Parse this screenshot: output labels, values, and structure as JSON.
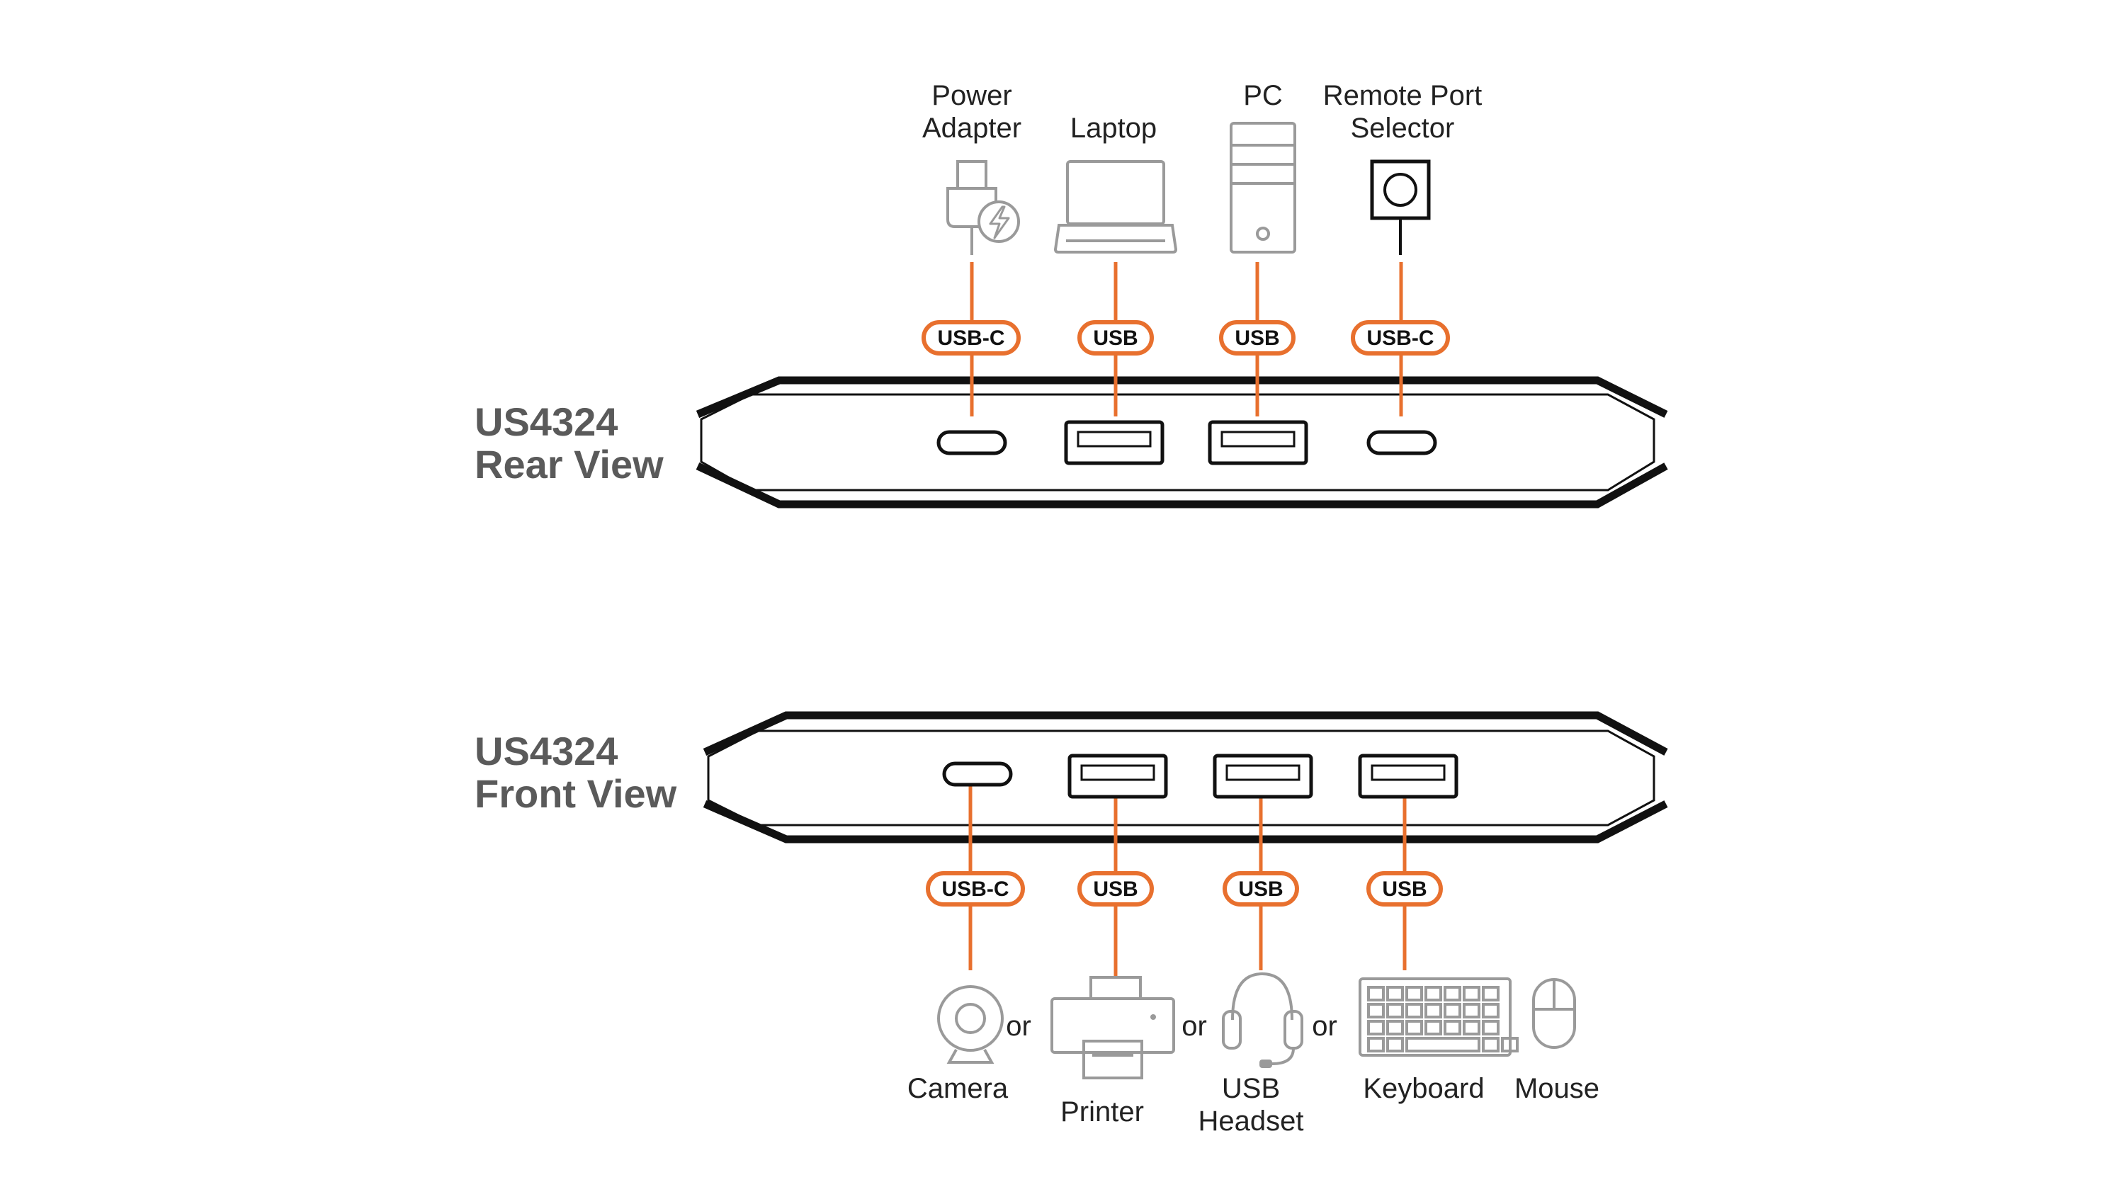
{
  "colors": {
    "accent": "#e8702e",
    "icon_gray": "#9a9a9a",
    "title_gray": "#5a5a5a",
    "outline": "#111111"
  },
  "rear": {
    "model": "US4324",
    "view": "Rear View",
    "devices": [
      {
        "label_lines": [
          "Power",
          "Adapter"
        ],
        "icon": "power-adapter-icon",
        "port": "USB-C"
      },
      {
        "label_lines": [
          "Laptop"
        ],
        "icon": "laptop-icon",
        "port": "USB"
      },
      {
        "label_lines": [
          "PC"
        ],
        "icon": "pc-tower-icon",
        "port": "USB"
      },
      {
        "label_lines": [
          "Remote Port",
          "Selector"
        ],
        "icon": "remote-port-selector-icon",
        "port": "USB-C"
      }
    ]
  },
  "front": {
    "model": "US4324",
    "view": "Front View",
    "ports": [
      "USB-C",
      "USB",
      "USB",
      "USB"
    ],
    "devices": [
      {
        "label_lines": [
          "Camera"
        ],
        "icon": "camera-icon"
      },
      {
        "label_lines": [
          "Printer"
        ],
        "icon": "printer-icon"
      },
      {
        "label_lines": [
          "USB",
          "Headset"
        ],
        "icon": "headset-icon"
      },
      {
        "label_lines": [
          "Keyboard"
        ],
        "icon": "keyboard-icon"
      },
      {
        "label_lines": [
          "Mouse"
        ],
        "icon": "mouse-icon"
      }
    ],
    "or_text": "or"
  }
}
